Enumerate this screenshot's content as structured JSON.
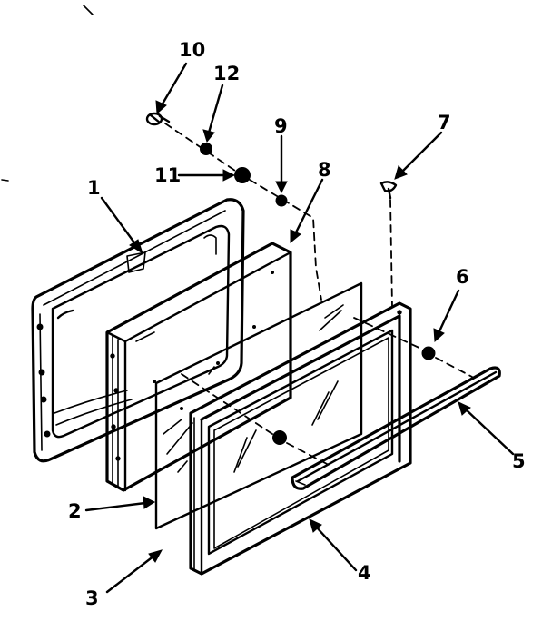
{
  "callouts": [
    {
      "id": "1",
      "label": "1"
    },
    {
      "id": "2",
      "label": "2"
    },
    {
      "id": "3",
      "label": "3"
    },
    {
      "id": "4",
      "label": "4"
    },
    {
      "id": "5",
      "label": "5"
    },
    {
      "id": "6",
      "label": "6"
    },
    {
      "id": "7",
      "label": "7"
    },
    {
      "id": "8",
      "label": "8"
    },
    {
      "id": "9",
      "label": "9"
    },
    {
      "id": "10",
      "label": "10"
    },
    {
      "id": "11",
      "label": "11"
    },
    {
      "id": "12",
      "label": "12"
    }
  ],
  "colors": {
    "ink": "#000000",
    "background": "#ffffff"
  }
}
